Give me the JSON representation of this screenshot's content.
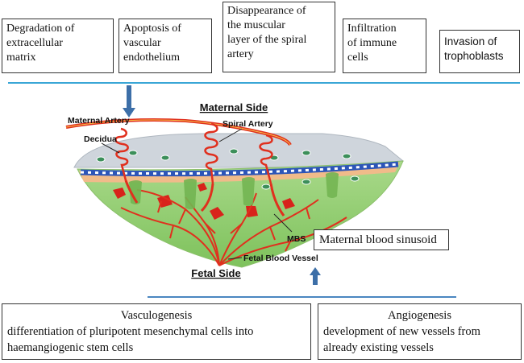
{
  "top_boxes": [
    {
      "lines": [
        "Degradation of",
        "extracellular",
        "matrix"
      ]
    },
    {
      "lines": [
        "Apoptosis of",
        "vascular",
        "endothelium"
      ]
    },
    {
      "lines": [
        "Disappearance of",
        "the muscular",
        "layer of the spiral",
        "artery"
      ]
    },
    {
      "lines": [
        "Infiltration",
        "of immune",
        "cells"
      ]
    },
    {
      "lines": [
        "Invasion of",
        "trophoblasts"
      ]
    }
  ],
  "diagram": {
    "maternal_side": "Maternal Side",
    "fetal_side": "Fetal Side",
    "maternal_artery": "Maternal Artery",
    "spiral_artery": "Spiral Artery",
    "decidua": "Decidua",
    "mbs": "MBS",
    "fetal_blood_vessel": "Fetal Blood Vessel"
  },
  "mbs_box": {
    "label": "Maternal blood sinusoid"
  },
  "bottom_boxes": [
    {
      "title": "Vasculogenesis",
      "lines": [
        "differentiation of pluripotent mesenchymal cells into",
        "haemangiogenic stem cells"
      ]
    },
    {
      "title": "Angiogenesis",
      "lines": [
        "development of new vessels from",
        "already existing vessels"
      ]
    }
  ],
  "colors": {
    "divider": "#3aa6d6",
    "arrow": "#3d6fa8",
    "artery": "#e0301e",
    "placenta": "#9dd17a",
    "decidua": "#f4b98a",
    "membrane": "#c9cfd6"
  }
}
